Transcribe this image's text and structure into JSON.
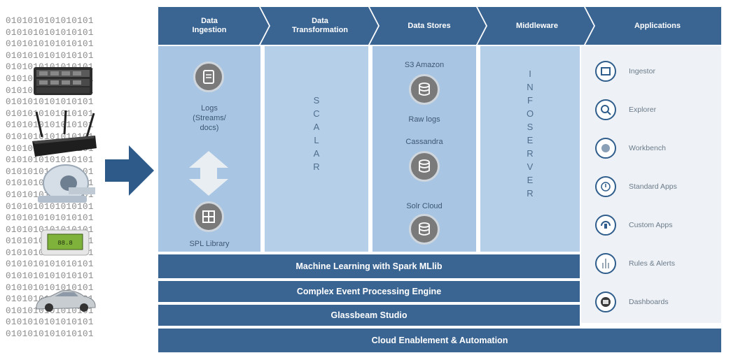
{
  "binary_lines": [
    "0101010101010101",
    "0101010101010101",
    "0101010101010101",
    "0101010101010101",
    "0101010101010101",
    "0101010101010101",
    "0101010101010101",
    "0101010101010101",
    "0101010101010101",
    "0101010101010101",
    "0101010101010101",
    "0101010101010101",
    "0101010101010101",
    "0101010101010101",
    "0101010101010101",
    "0101010101010101",
    "0101010101010101",
    "0101010101010101",
    "0101010101010101",
    "0101010101010101",
    "0101010101010101",
    "0101010101010101",
    "0101010101010101",
    "0101010101010101",
    "0101010101010101",
    "0101010101010101",
    "0101010101010101",
    "0101010101010101"
  ],
  "headers": {
    "ingestion": [
      "Data",
      "Ingestion"
    ],
    "transformation": [
      "Data",
      "Transformation"
    ],
    "stores": "Data Stores",
    "middleware": "Middleware",
    "applications": "Applications"
  },
  "ingestion": {
    "logs": [
      "Logs",
      "(Streams/",
      "docs)"
    ],
    "library": "SPL Library"
  },
  "transformation": {
    "letters": [
      "S",
      "C",
      "A",
      "L",
      "A",
      "R"
    ]
  },
  "stores": {
    "s3": "S3 Amazon",
    "raw": "Raw logs",
    "cassandra": "Cassandra",
    "solr": "Solr Cloud"
  },
  "middleware": {
    "letters": [
      "I",
      "N",
      "F",
      "O",
      "S",
      "E",
      "R",
      "V",
      "E",
      "R"
    ]
  },
  "apps": [
    {
      "label": "Ingestor",
      "icon": "ingestor-icon"
    },
    {
      "label": "Explorer",
      "icon": "explorer-icon"
    },
    {
      "label": "Workbench",
      "icon": "workbench-icon"
    },
    {
      "label": "Standard Apps",
      "icon": "standard-apps-icon"
    },
    {
      "label": "Custom Apps",
      "icon": "custom-apps-icon"
    },
    {
      "label": "Rules & Alerts",
      "icon": "rules-alerts-icon"
    },
    {
      "label": "Dashboards",
      "icon": "dashboards-icon"
    }
  ],
  "bands": {
    "ml": "Machine Learning with Spark MLlib",
    "cep": "Complex Event Processing Engine",
    "studio": "Glassbeam Studio",
    "cloud": "Cloud Enablement & Automation"
  },
  "colors": {
    "header": "#3a6593",
    "column": "#a8c6e3",
    "band": "#3a6593",
    "arrow": "#2e5a8a"
  }
}
